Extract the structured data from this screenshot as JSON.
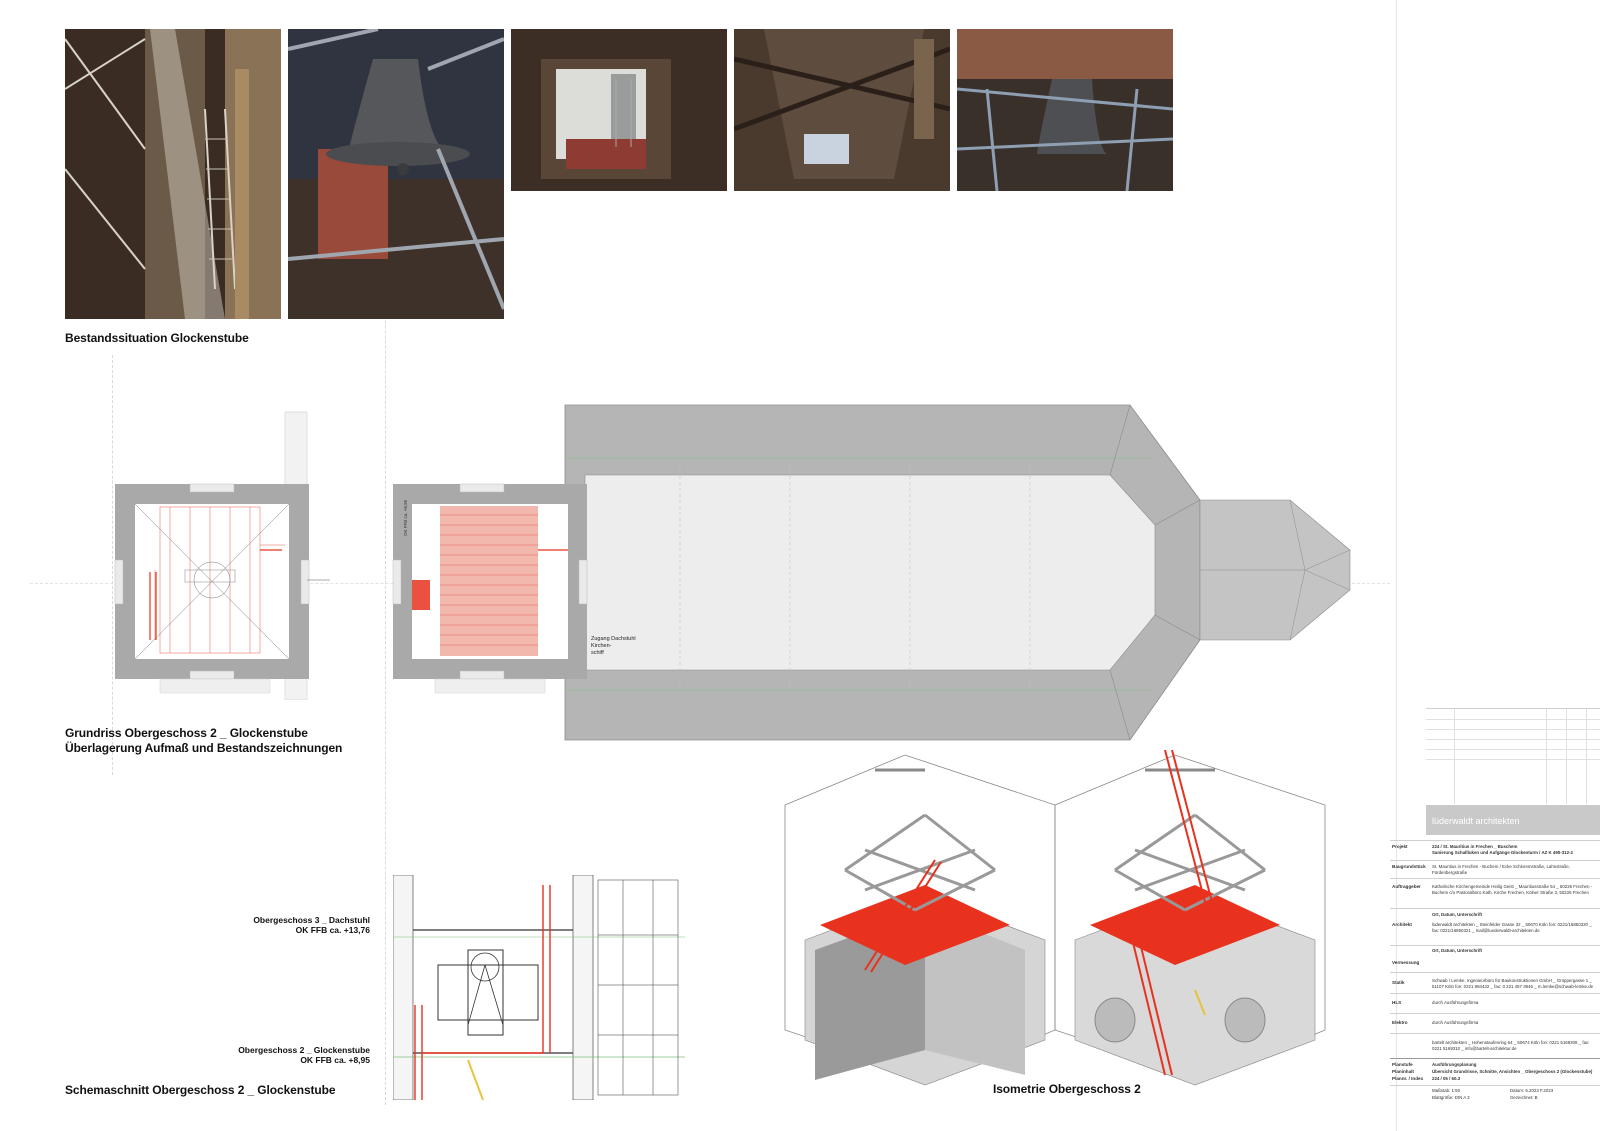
{
  "captions": {
    "photos": "Bestandssituation Glockenstube",
    "plan_line1": "Grundriss Obergeschoss 2 _ Glockenstube",
    "plan_line2": "Überlagerung Aufmaß und Bestandszeichnungen",
    "section": "Schemaschnitt Obergeschoss 2 _ Glockenstube",
    "iso": "Isometrie Obergeschoss 2"
  },
  "plan_labels": {
    "access_line1": "Zugang Dachstuhl",
    "access_line2": "Kirchen-",
    "access_line3": "schiff",
    "okffb": "OK FFB ca. +8,95"
  },
  "section_levels": {
    "level3_name": "Obergeschoss 3 _ Dachstuhl",
    "level3_height": "OK FFB ca. +13,76",
    "level2_name": "Obergeschoss 2 _ Glockenstube",
    "level2_height": "OK FFB ca. +8,95"
  },
  "titleblock": {
    "office": "lüderwaldt architekten",
    "projekt_key": "Projekt",
    "projekt_val1": "224 / St. Mauritius in Frechen _ Buschem",
    "projekt_val2": "Sanierung Schallluken und Aufgänge Glockenturm / AZ K 490-312-2",
    "baugrund_key": "Baugrundstück",
    "baugrund_val": "St. Mauritius in Frechen - Buchem / Ecke Schloremstraße, Lahnstraße, Fürdenbergstraße",
    "auftrag_key": "Auftraggeber",
    "auftrag_val": "Katholische Kirchengemeinde Heilig Geist _ Mauritiusstraße 54 _ 50226 Frechen - Buchem c/o Pastoralbüro Kath. Kirche Frechen, Kölner Straße 3, 50226 Frechen",
    "ort_datum": "Ort, Datum, Unterschrift",
    "architekt_key": "Architekt",
    "architekt_val": "lüderwaldt architekten _ Steinfelder Gasse 32 _ 50670 Köln  fon: 0221/16850320 _ fax: 0221/16850321 _ mail@luederwaldt-architekten.de",
    "ort_datum2": "Ort, Datum, Unterschrift",
    "verm_key": "Vermessung",
    "statik_key": "Statik",
    "statik_val": "Schwab / Lemke, Ingenieurbüro für Baukonstruktionen GmbH _ Gröppergasse 1 _ 51107 Köln  fon: 0221 984432 _ fax: 0 221 457 3946 _ m.lemke@schwab-lemke.de",
    "hls_key": "HLS",
    "hls_val": "durch Ausführungsfirma",
    "elektro_key": "Elektro",
    "elektro_val": "durch Ausführungsfirma",
    "extra_val": "bartelt architekten _ Hohenstaufenring 64 _ 50674 Köln  fon: 0221 5169306 _ fax: 0221 5169310 _ info@bartelt-architektur.de",
    "planstufe_key": "Planstufe",
    "planstufe_val": "Ausführungsplanung",
    "planinhalt_key": "Planinhalt",
    "planinhalt_val": "Übersicht Grundrisse, Schnitte, Ansichten _ Obergeschoss 2 (Glockenstube)",
    "planinr_key": "Plannr. / Index",
    "planinr_val": "224 / 05 / 60.3",
    "massstab": "Maßstab: 1:50",
    "datum": "Datum: 6.2023 F.2023",
    "blatt": "Blattgröße: DIN A 3",
    "gezeichnet": "Gezeichnet: B"
  },
  "colors": {
    "red": "#e8321e",
    "wall_gray": "#a9a9a9",
    "roof_gray": "#b5b5b5",
    "light_red": "#f2b7ad"
  }
}
